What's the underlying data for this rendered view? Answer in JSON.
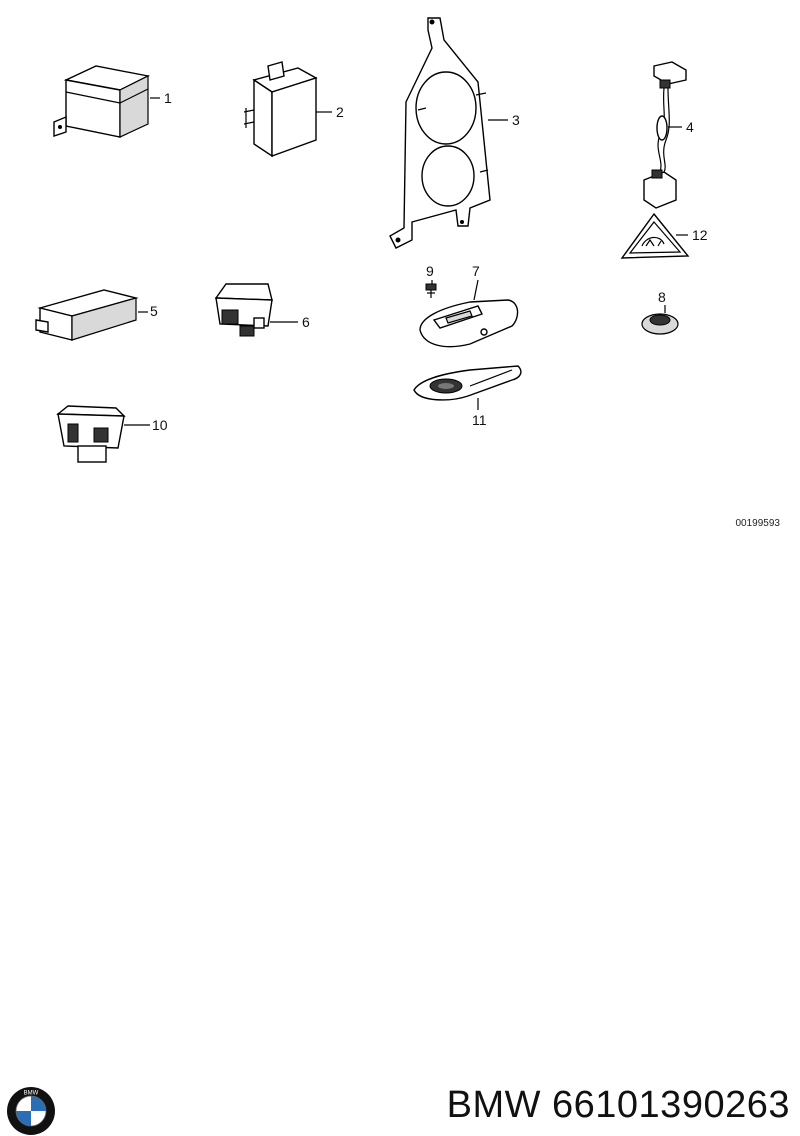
{
  "callouts": [
    {
      "id": "1",
      "label": "1"
    },
    {
      "id": "2",
      "label": "2"
    },
    {
      "id": "3",
      "label": "3"
    },
    {
      "id": "4",
      "label": "4"
    },
    {
      "id": "5",
      "label": "5"
    },
    {
      "id": "6",
      "label": "6"
    },
    {
      "id": "7",
      "label": "7"
    },
    {
      "id": "8",
      "label": "8"
    },
    {
      "id": "9",
      "label": "9"
    },
    {
      "id": "10",
      "label": "10"
    },
    {
      "id": "11",
      "label": "11"
    },
    {
      "id": "12",
      "label": "12"
    }
  ],
  "reference_number": "00199593",
  "part_number": "BMW 66101390263",
  "logo_text": "BMW",
  "colors": {
    "ink": "#000000",
    "logo_blue": "#2a6fb5",
    "background": "#ffffff"
  }
}
